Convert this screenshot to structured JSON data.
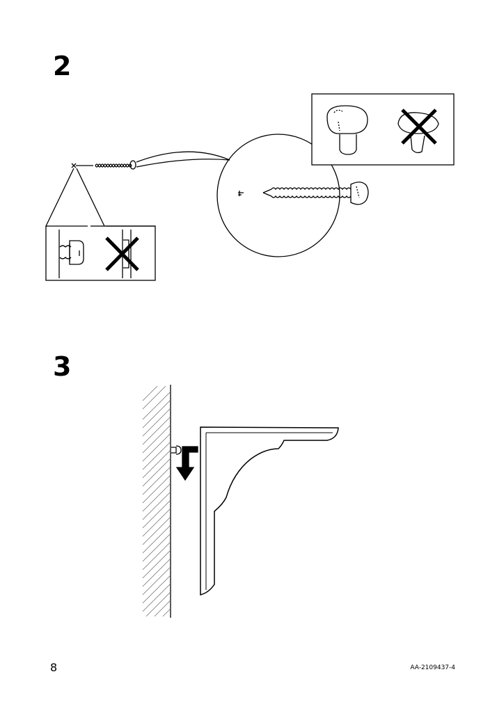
{
  "steps": [
    {
      "number": "2"
    },
    {
      "number": "3"
    }
  ],
  "footer": {
    "page_number": "8",
    "document_code": "AA-2109437-4"
  },
  "icons": {
    "wrong_marks": [
      "x-mark-icon",
      "x-mark-icon"
    ],
    "arrow": "down-arrow-icon"
  }
}
